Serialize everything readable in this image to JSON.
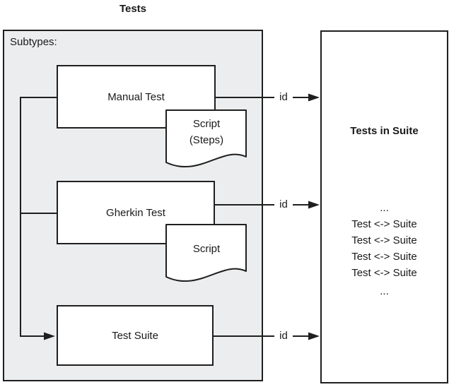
{
  "diagram": {
    "title": "Tests",
    "subtypes_label": "Subtypes:",
    "nodes": {
      "manual_test": "Manual Test",
      "gherkin_test": "Gherkin Test",
      "test_suite": "Test Suite"
    },
    "docs": {
      "manual_script": {
        "lines": [
          "Script",
          "(Steps)"
        ]
      },
      "gherkin_script": {
        "lines": [
          "Script"
        ]
      }
    },
    "edges": {
      "id_label": "id"
    },
    "suite_panel": {
      "title": "Tests in Suite",
      "rows": [
        "...",
        "Test <-> Suite",
        "Test <-> Suite",
        "Test <-> Suite",
        "Test <-> Suite",
        "..."
      ]
    },
    "colors": {
      "panel_bg": "#ebedee",
      "node_bg": "#ffffff",
      "line": "#1f1f1f"
    }
  }
}
